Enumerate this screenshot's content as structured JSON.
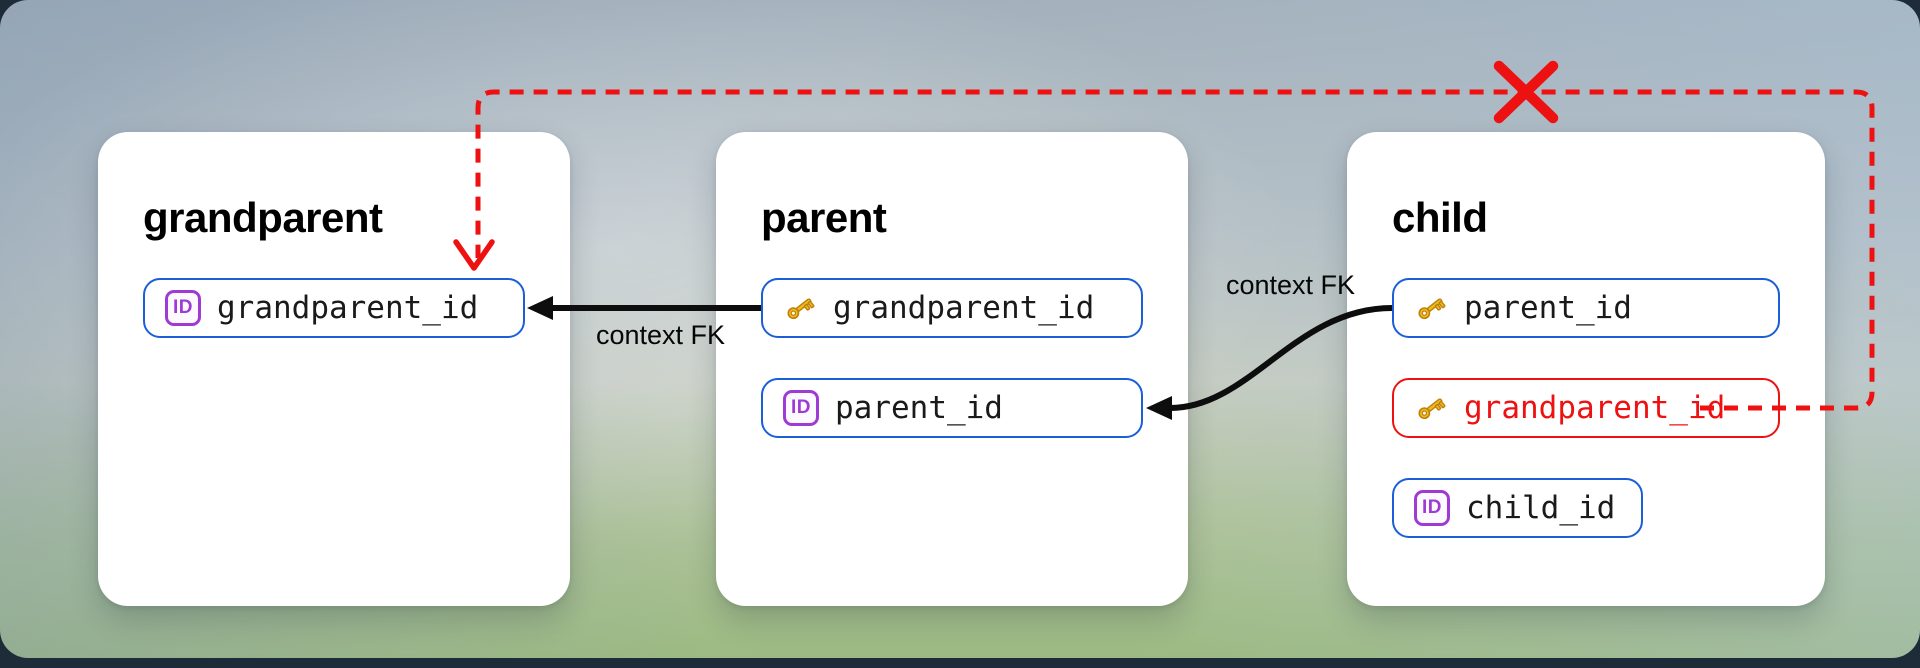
{
  "diagram": {
    "tables": [
      {
        "name": "grandparent",
        "fields": [
          {
            "label": "grandparent_id",
            "icon": "id-badge",
            "variant": "normal"
          }
        ]
      },
      {
        "name": "parent",
        "fields": [
          {
            "label": "grandparent_id",
            "icon": "key",
            "variant": "normal"
          },
          {
            "label": "parent_id",
            "icon": "id-badge",
            "variant": "normal"
          }
        ]
      },
      {
        "name": "child",
        "fields": [
          {
            "label": "parent_id",
            "icon": "key",
            "variant": "normal"
          },
          {
            "label": "grandparent_id",
            "icon": "key",
            "variant": "error"
          },
          {
            "label": "child_id",
            "icon": "id-badge",
            "variant": "normal"
          }
        ]
      }
    ],
    "edge_labels": [
      {
        "text": "context FK"
      },
      {
        "text": "context FK"
      }
    ],
    "icons": {
      "id_label": "ID"
    },
    "colors": {
      "field_border_blue": "#1a5fd7",
      "error_red": "#ee1111",
      "arrow_black": "#0d0d0d",
      "id_badge_purple": "#9d3bd4",
      "key_gold": "#f2b824"
    }
  }
}
